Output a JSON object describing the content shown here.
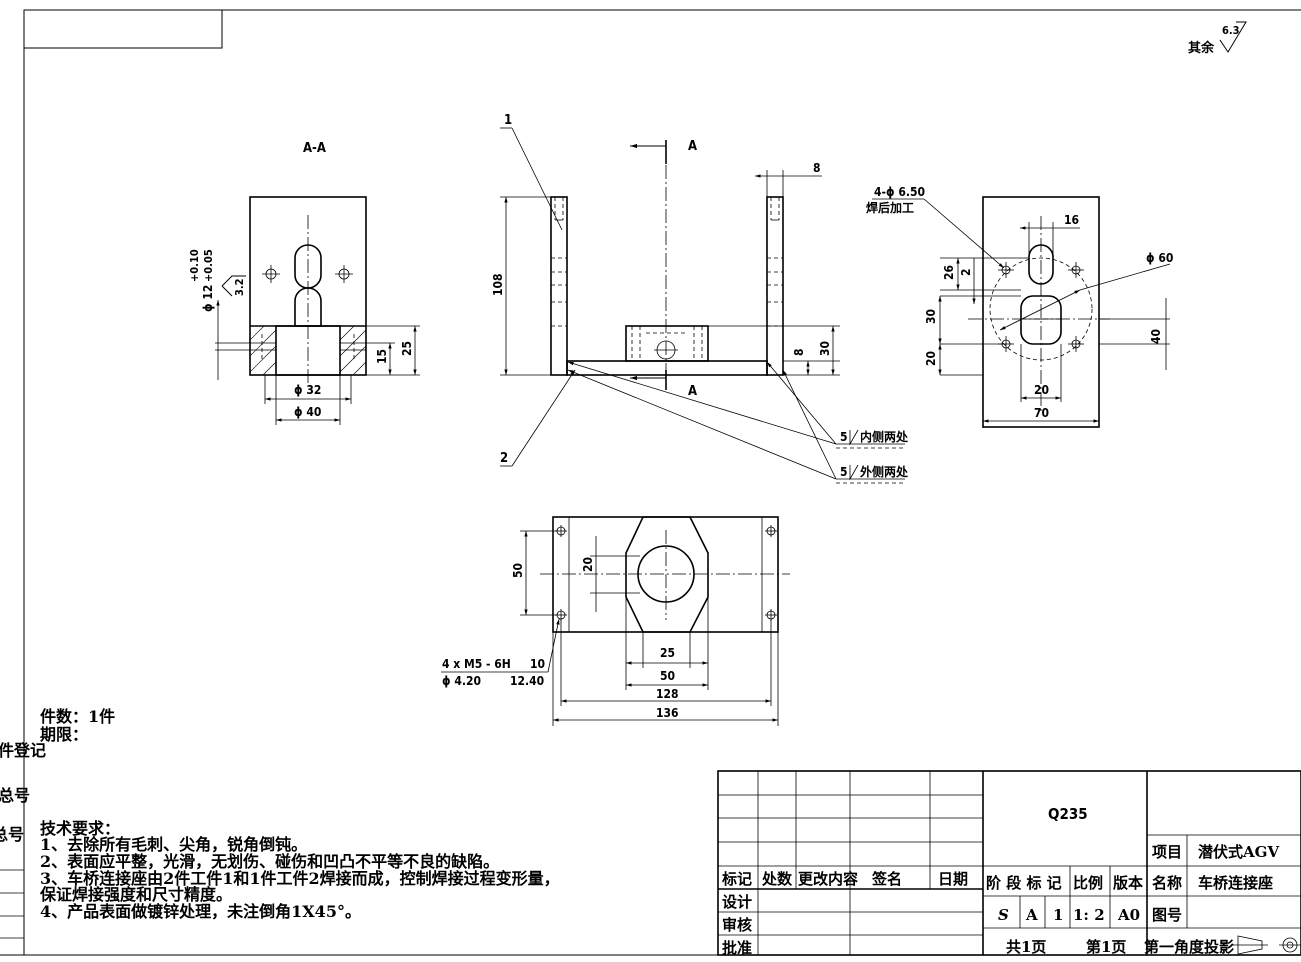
{
  "surface_finish": {
    "prefix": "其余",
    "value": "6.3"
  },
  "views": {
    "section_label": "A-A",
    "section_arrow_label_top": "A",
    "section_arrow_label_bottom": "A"
  },
  "section_view": {
    "tol_upper": "+0.10",
    "tol_lower": "+0.05",
    "bore_dim": "ϕ 12",
    "roughness": "3.2",
    "dim_15": "15",
    "dim_25": "25",
    "dim_32": "ϕ 32",
    "dim_40": "ϕ 40"
  },
  "front_view": {
    "balloon_1": "1",
    "balloon_2": "2",
    "dim_8_top": "8",
    "dim_108": "108",
    "dim_8_small": "8",
    "dim_30": "30",
    "weld_inner_size": "5",
    "weld_inner_text": "内侧两处",
    "weld_outer_size": "5",
    "weld_outer_text": "外侧两处"
  },
  "side_view": {
    "holes_note_1": "4-ϕ 6.50",
    "holes_note_2": "焊后加工",
    "dim_16": "16",
    "dim_60": "ϕ 60",
    "dim_26": "26",
    "dim_2": "2",
    "dim_30": "30",
    "dim_20_left": "20",
    "dim_40": "40",
    "dim_20_bottom": "20",
    "dim_70": "70"
  },
  "plan_view": {
    "dim_50_left": "50",
    "dim_20": "20",
    "dim_25": "25",
    "dim_50": "50",
    "dim_128": "128",
    "dim_136": "136",
    "thread_note_1": "4 x  M5 - 6H",
    "thread_depth_1": "10",
    "thread_note_2": "ϕ  4.20",
    "thread_depth_2": "12.40"
  },
  "notes": {
    "quantity": "件数：1件",
    "deadline": "期限：",
    "side_1": "件登记",
    "side_2": "总号",
    "side_3": "总号",
    "tech_title": "技术要求：",
    "tech_lines": [
      "1、去除所有毛刺、尖角，锐角倒钝。",
      "2、表面应平整，光滑，无划伤、碰伤和凹凸不平等不良的缺陷。",
      "3、车桥连接座由2件工件1和1件工件2焊接而成，控制焊接过程变形量，",
      "保证焊接强度和尺寸精度。",
      "4、产品表面做镀锌处理，未注倒角1X45°。"
    ]
  },
  "title_block": {
    "material": "Q235",
    "rev_headers": [
      "标记",
      "处数",
      "更改内容",
      "签名",
      "日期"
    ],
    "roles": [
      "设计",
      "审核",
      "批准"
    ],
    "stage_headers": [
      "阶 段 标 记",
      "比例",
      "版本"
    ],
    "stage_values": [
      "S",
      "A",
      "1",
      "1: 2",
      "A0"
    ],
    "project_label": "项目",
    "project_value": "潜伏式AGV",
    "name_label": "名称",
    "name_value": "车桥连接座",
    "drawing_no_label": "图号",
    "drawing_no_value": "",
    "total_pages": "共1页",
    "page_no": "第1页",
    "projection": "第一角度投影"
  }
}
